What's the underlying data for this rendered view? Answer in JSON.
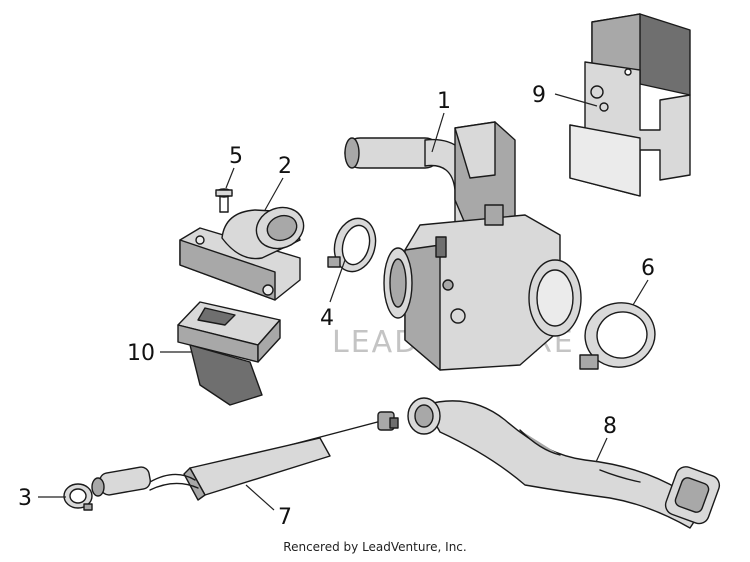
{
  "diagram": {
    "callouts": [
      {
        "id": "1",
        "label": "1"
      },
      {
        "id": "2",
        "label": "2"
      },
      {
        "id": "3",
        "label": "3"
      },
      {
        "id": "4",
        "label": "4"
      },
      {
        "id": "5",
        "label": "5"
      },
      {
        "id": "6",
        "label": "6"
      },
      {
        "id": "7",
        "label": "7"
      },
      {
        "id": "8",
        "label": "8"
      },
      {
        "id": "9",
        "label": "9"
      },
      {
        "id": "10",
        "label": "10"
      }
    ],
    "watermark": "LEADVENTURE",
    "footer": "Rencered by LeadVenture, Inc."
  }
}
